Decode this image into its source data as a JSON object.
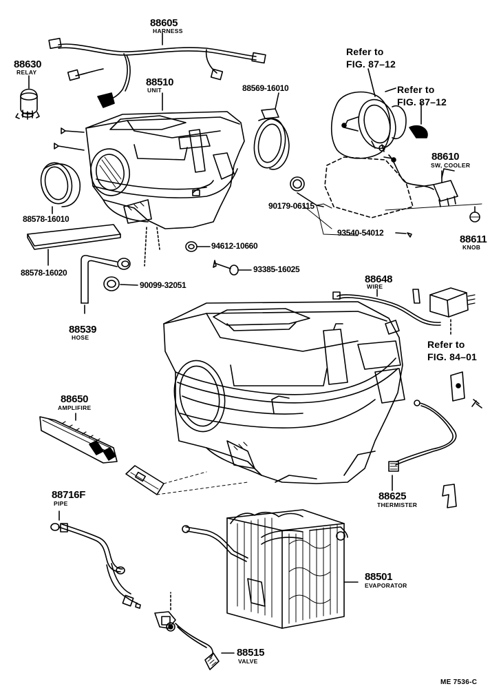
{
  "parts": {
    "harness": {
      "number": "88605",
      "name": "HARNESS"
    },
    "relay": {
      "number": "88630",
      "name": "RELAY"
    },
    "unit": {
      "number": "88510",
      "name": "UNIT"
    },
    "seal_upper": {
      "number": "88569-16010"
    },
    "seal_left": {
      "number": "88578-16010"
    },
    "seal_plate": {
      "number": "88578-16020"
    },
    "hose": {
      "number": "88539",
      "name": "HOSE"
    },
    "nut": {
      "number": "94612-10660"
    },
    "bolt": {
      "number": "93385-16025"
    },
    "grommet_small": {
      "number": "90179-06115"
    },
    "grommet_large": {
      "number": "90099-32051"
    },
    "screw": {
      "number": "93540-54012"
    },
    "switch_cooler": {
      "number": "88610",
      "name": "SW, COOLER"
    },
    "knob": {
      "number": "88611",
      "name": "KNOB"
    },
    "wire": {
      "number": "88648",
      "name": "WIRE"
    },
    "amplifier": {
      "number": "88650",
      "name": "AMPLIFIRE"
    },
    "thermister": {
      "number": "88625",
      "name": "THERMISTER"
    },
    "pipe": {
      "number": "88716F",
      "name": "PIPE"
    },
    "evaporator": {
      "number": "88501",
      "name": "EVAPORATOR"
    },
    "valve": {
      "number": "88515",
      "name": "VALVE"
    }
  },
  "references": {
    "ref_blower_1": "Refer to\nFIG. 87–12",
    "ref_blower_2": "Refer to\nFIG. 87–12",
    "ref_84": "Refer to\nFIG. 84–01"
  },
  "figure_code": "ME 7536-C"
}
